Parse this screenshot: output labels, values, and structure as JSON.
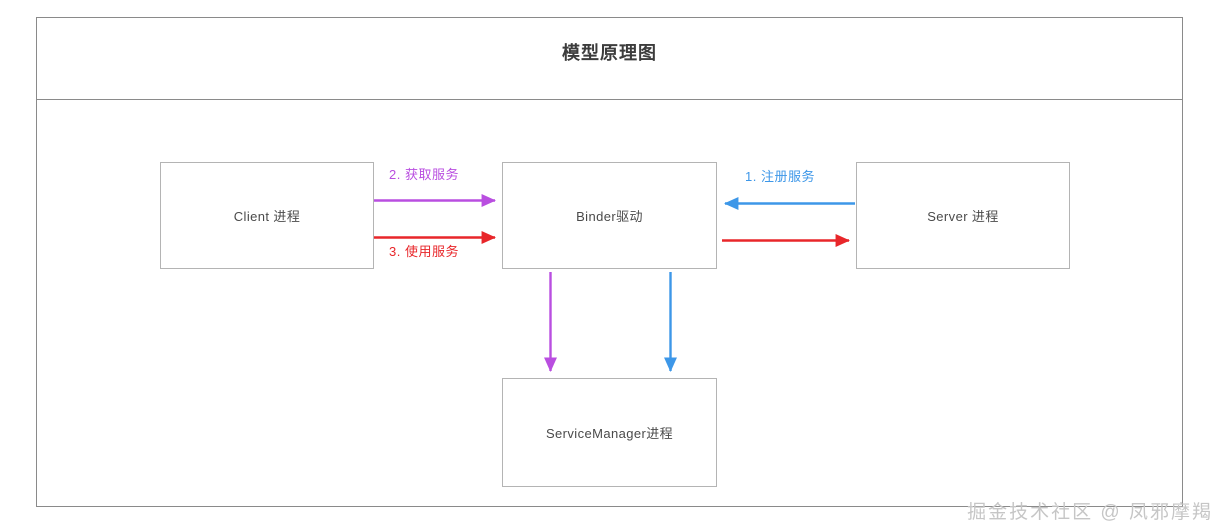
{
  "diagram": {
    "title": "模型原理图",
    "nodes": [
      {
        "id": "client",
        "label": "Client 进程"
      },
      {
        "id": "binder",
        "label": "Binder驱动"
      },
      {
        "id": "server",
        "label": "Server 进程"
      },
      {
        "id": "service_manager",
        "label": "ServiceManager进程"
      }
    ],
    "edges": [
      {
        "id": "register",
        "label": "1. 注册服务",
        "from": "server",
        "to": "binder",
        "color": "#3d97e8",
        "direction": "left"
      },
      {
        "id": "get",
        "label": "2. 获取服务",
        "from": "client",
        "to": "binder",
        "color": "#b94ee0",
        "direction": "right"
      },
      {
        "id": "use",
        "label": "3. 使用服务",
        "from": "client",
        "to": "binder",
        "color": "#e8262a",
        "direction": "right"
      },
      {
        "id": "binder_to_server",
        "label": "",
        "from": "binder",
        "to": "server",
        "color": "#e8262a",
        "direction": "right"
      },
      {
        "id": "binder_to_sm_purple",
        "label": "",
        "from": "binder",
        "to": "service_manager",
        "color": "#b94ee0",
        "direction": "down"
      },
      {
        "id": "binder_to_sm_blue",
        "label": "",
        "from": "binder",
        "to": "service_manager",
        "color": "#3d97e8",
        "direction": "down"
      }
    ],
    "colors": {
      "frame": "#8a8a8a",
      "node_border": "#b4b4b4",
      "title_text": "#3c3c3c",
      "node_text": "#4a4a4a",
      "blue": "#3d97e8",
      "purple": "#b94ee0",
      "red": "#e8262a",
      "watermark": "#c6c6c6"
    }
  },
  "watermark": {
    "text": "掘金技术社区 @ 凤邪摩羯"
  }
}
